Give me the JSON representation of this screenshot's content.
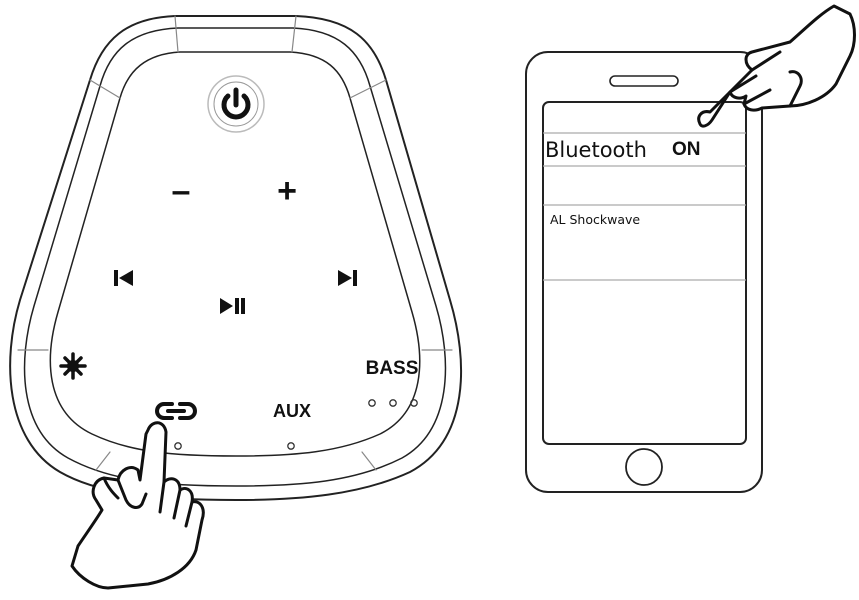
{
  "speaker": {
    "buttons": {
      "minus_label": "–",
      "plus_label": "+",
      "prev_label": "I◀",
      "next_label": "▶I",
      "play_pause_label": "▶II",
      "bass_label": "BASS",
      "aux_label": "AUX"
    },
    "icons": {
      "power": "power-icon",
      "light": "light-star-icon",
      "link": "link-chain-icon"
    }
  },
  "phone": {
    "bluetooth_label": "Bluetooth",
    "bluetooth_state": "ON",
    "device_name": "AL Shockwave"
  },
  "colors": {
    "line": "#222222",
    "line_light": "#9a9a9a",
    "background": "#ffffff"
  }
}
